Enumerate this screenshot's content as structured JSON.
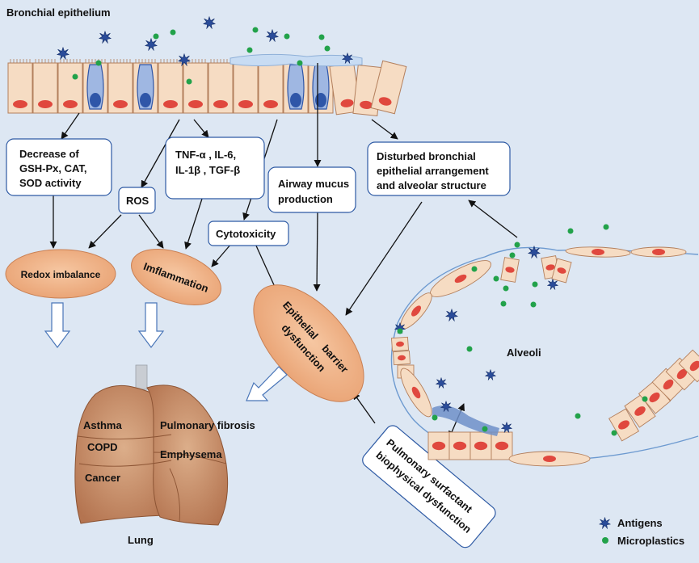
{
  "title": "Bronchial epithelium",
  "boxes": {
    "decrease": [
      "Decrease of",
      "GSH-Px, CAT,",
      "SOD activity"
    ],
    "ros": "ROS",
    "cytokines": [
      "TNF-α , IL-6,",
      "IL-1β , TGF-β"
    ],
    "mucus": [
      "Airway mucus",
      "production"
    ],
    "cytotoxicity": "Cytotoxicity",
    "disturbed": [
      "Disturbed bronchial",
      "epithelial arrangement",
      "and alveolar structure"
    ],
    "surfactant": [
      "Pulmonary surfactant",
      "biophysical dysfunction"
    ]
  },
  "ellipses": {
    "redox": "Redox imbalance",
    "inflammation": "Imflammation",
    "barrier": [
      "Epithelial    barrier",
      "dysfunction"
    ]
  },
  "alveoli_label": "Alveoli",
  "lung": {
    "label": "Lung",
    "diseases_left": [
      "Asthma",
      "COPD",
      "Cancer"
    ],
    "diseases_right": [
      "Pulmonary fibrosis",
      "Emphysema"
    ]
  },
  "legend": {
    "antigens": "Antigens",
    "microplastics": "Microplastics"
  },
  "colors": {
    "background": "#dde7f3",
    "ellipse_fill": "#f2b68c",
    "cell_fill": "#f6dcc3",
    "nucleus": "#e0483e",
    "goblet": "#2f56a8",
    "antigen": "#2a4c9a",
    "microplastic": "#22a24a",
    "lung": "#c98e68"
  }
}
